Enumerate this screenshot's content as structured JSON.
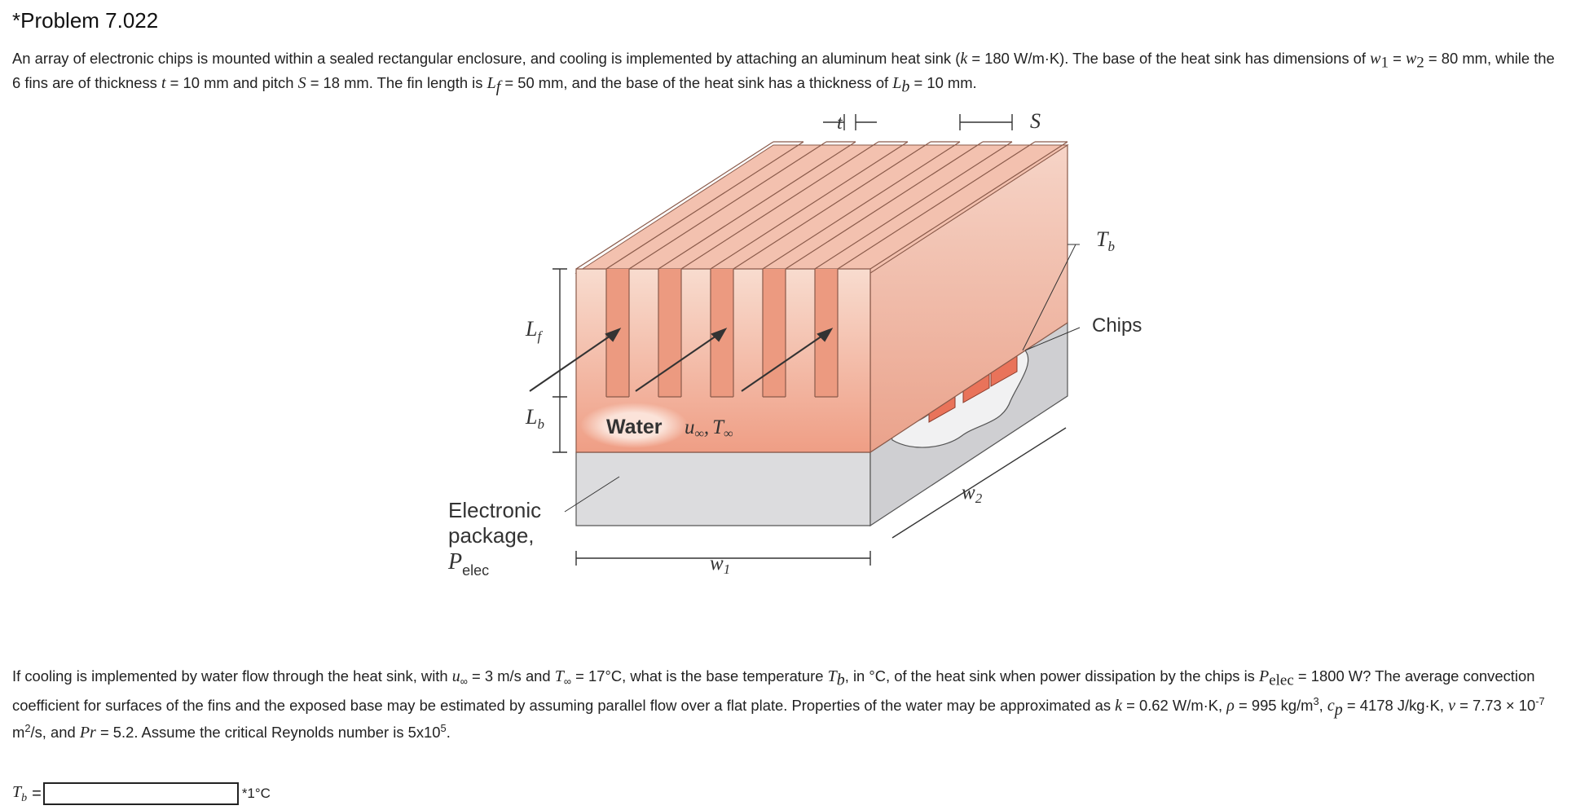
{
  "problem": {
    "title": "*Problem 7.022"
  },
  "intro": {
    "s1": "An array of electronic chips is mounted within a sealed rectangular enclosure, and cooling is implemented by attaching an aluminum heat sink (",
    "k_sym": "k",
    "s2": " = 180 W/m·K). The base of the heat sink has dimensions of ",
    "w1_sym": "w",
    "w1_sub": "1",
    "s3": " = ",
    "w2_sym": "w",
    "w2_sub": "2",
    "s4": " = 80 mm, while the 6 fins are of thickness ",
    "t_sym": "t",
    "s5": " = 10 mm and pitch ",
    "S_sym": "S",
    "s6": " = 18 mm. The fin length is ",
    "Lf_sym": "L",
    "Lf_sub": "f",
    "s7": " = 50 mm, and the base of the heat sink has a thickness of ",
    "Lb_sym": "L",
    "Lb_sub": "b",
    "s8": " = 10 mm."
  },
  "figure": {
    "label_t": "t",
    "label_S": "S",
    "label_Tb_T": "T",
    "label_Tb_sub": "b",
    "label_chips": "Chips",
    "label_Lf_L": "L",
    "label_Lf_sub": "f",
    "label_Lb_L": "L",
    "label_Lb_sub": "b",
    "label_water": "Water",
    "label_uinf": "u",
    "label_uinf_sub": "∞",
    "label_comma": ",",
    "label_Tinf": "T",
    "label_Tinf_sub": "∞",
    "label_pkg1": "Electronic",
    "label_pkg2": "package,",
    "label_pelec_P": "P",
    "label_pelec_sub": "elec",
    "label_w1": "w",
    "label_w1_sub": "1",
    "label_w2": "w",
    "label_w2_sub": "2",
    "colors": {
      "fin": "#f2b8a4",
      "fin_dark": "#e7967c",
      "package": "#dcdcde",
      "chip": "#e9735a"
    }
  },
  "question": {
    "q1": "If cooling is implemented by water flow through the heat sink, with ",
    "u_sym": "u",
    "u_sub": "∞",
    "q2": " = 3 m/s and ",
    "T_sym": "T",
    "T_sub": "∞",
    "q3": " = 17°C, what is the base temperature ",
    "Tb_sym": "T",
    "Tb_sub": "b",
    "q4": ", in °C, of the heat sink when power dissipation by the chips is ",
    "P_sym": "P",
    "P_sub": "elec",
    "q5": " = 1800 W? The average convection coefficient for surfaces of the fins and the exposed base may be estimated by assuming parallel flow over a flat plate. Properties of the water may be approximated as ",
    "k_sym": "k",
    "q6": " = 0.62 W/m·K, ",
    "rho_sym": "ρ",
    "q7": " = 995 kg/m",
    "q7_sup": "3",
    "q8": ", ",
    "cp_sym": "c",
    "cp_sub": "p",
    "q9": " = 4178 J/kg·K, ",
    "nu_sym": "ν",
    "q10": " = 7.73 × 10",
    "q10_sup": "-7",
    "q11": " m",
    "q11_sup": "2",
    "q12": "/s, and ",
    "Pr_sym": "Pr",
    "q13": " = 5.2. Assume the critical Reynolds number is 5x10",
    "q13_sup": "5",
    "q14": "."
  },
  "answer": {
    "var_T": "T",
    "var_sub": "b",
    "eq": "=",
    "value": "",
    "unit": "*1°C"
  }
}
